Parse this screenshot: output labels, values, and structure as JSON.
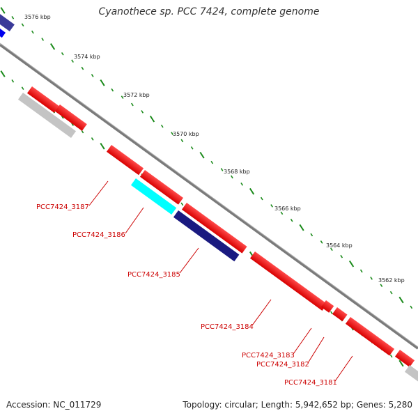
{
  "title": "Cyanothece sp. PCC 7424, complete genome",
  "footer": {
    "accession": "Accession: NC_011729",
    "stats": "Topology: circular; Length: 5,942,652 bp; Genes: 5,280"
  },
  "colors": {
    "forward_gene": "#e60000",
    "reverse_gene": "#e60000",
    "navy_gene": "#1a1a80",
    "cyan_gene": "#00ffff",
    "gray_gene": "#c8c8c8",
    "backbone": "#808080",
    "tick": "#1a8a1a",
    "label": "#cc0000"
  },
  "scale_labels": [
    "3576 kbp",
    "3574 kbp",
    "3572 kbp",
    "3570 kbp",
    "3568 kbp",
    "3566 kbp",
    "3564 kbp",
    "3562 kbp"
  ],
  "gene_labels": [
    "PCC7424_3187",
    "PCC7424_3186",
    "PCC7424_3185",
    "PCC7424_3184",
    "PCC7424_3183",
    "PCC7424_3182",
    "PCC7424_3181"
  ]
}
